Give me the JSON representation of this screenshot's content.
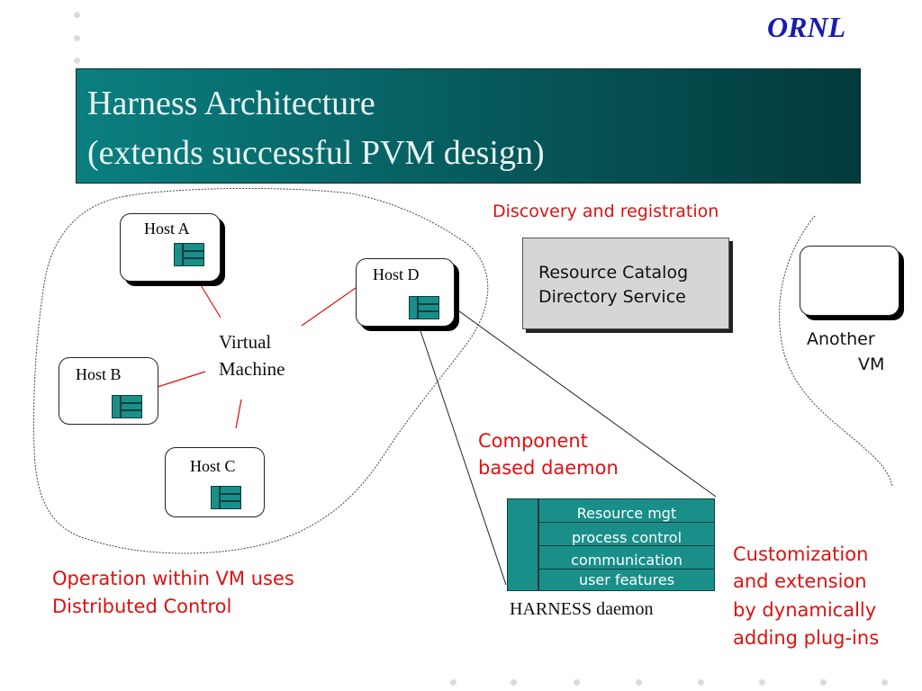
{
  "header": {
    "org": "ORNL",
    "title_line1": "Harness Architecture",
    "title_line2": "(extends successful PVM design)"
  },
  "hosts": [
    {
      "label": "Host A"
    },
    {
      "label": "Host B"
    },
    {
      "label": "Host C"
    },
    {
      "label": "Host D"
    }
  ],
  "virtual_machine": {
    "line1": "Virtual",
    "line2": "Machine"
  },
  "catalog": {
    "heading": "Discovery and registration",
    "line1": "Resource Catalog",
    "line2": "Directory Service"
  },
  "another_vm": {
    "line1": "Another",
    "line2": "VM"
  },
  "component": {
    "line1": "Component",
    "line2": "based daemon"
  },
  "daemon": {
    "rows": [
      "Resource mgt",
      "process control",
      "communication",
      "user features"
    ],
    "caption": "HARNESS daemon"
  },
  "notes": {
    "operation_line1": "Operation within VM uses",
    "operation_line2": "Distributed Control",
    "custom_line1": "Customization",
    "custom_line2": "and extension",
    "custom_line3": "by dynamically",
    "custom_line4": "adding plug-ins"
  },
  "colors": {
    "accent_red": "#e01010",
    "title_teal": "#06585a",
    "icon_teal": "#1a8f8a",
    "org_blue": "#1a1ab4"
  }
}
